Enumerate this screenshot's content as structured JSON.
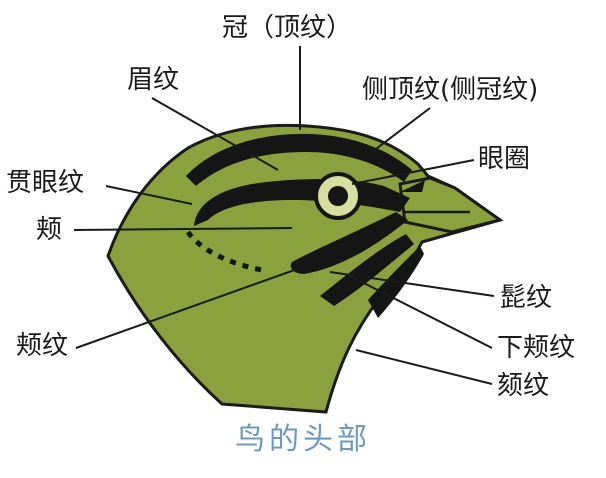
{
  "labels": {
    "crown": "冠（顶纹）",
    "supercilium": "眉纹",
    "lateral_crown": "侧顶纹(侧冠纹)",
    "eye_stripe": "贯眼纹",
    "eye_ring": "眼圈",
    "cheek": "颊",
    "malar": "髭纹",
    "cheek_stripe": "颊纹",
    "submoustachial": "下颊纹",
    "throat_stripe": "颏纹"
  },
  "caption": "鸟的头部",
  "colors": {
    "head": "#8ba13e",
    "markings": "#151515",
    "outline": "#1b1b1b",
    "eye_ring": "#d6dea0",
    "caption": "#6d9bbd"
  }
}
